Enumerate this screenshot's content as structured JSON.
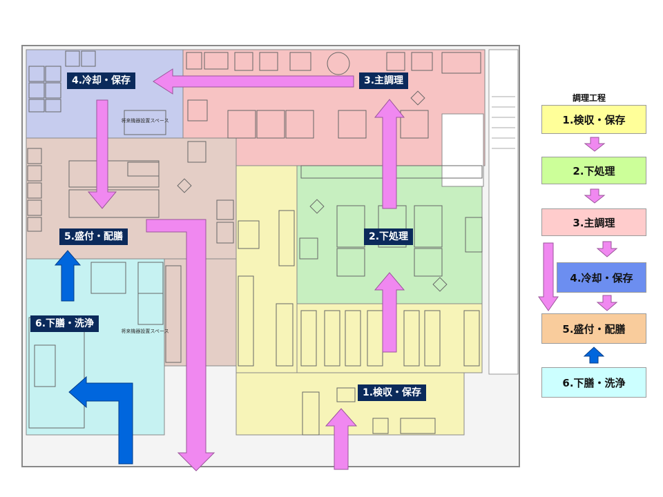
{
  "zones": {
    "receiving": "1.検収・保存",
    "prep": "2.下処理",
    "main_cooking": "3.主調理",
    "cooling": "4.冷却・保存",
    "plating": "5.盛付・配膳",
    "dish_washing": "6.下膳・洗浄"
  },
  "plan_notes": {
    "equipment_space_1": "将来機器設置スペース",
    "equipment_space_2": "将来機器設置スペース"
  },
  "legend": {
    "title": "調理工程",
    "steps": [
      {
        "label": "1.検収・保存",
        "color": "#ffff99"
      },
      {
        "label": "2.下処理",
        "color": "#ccff99"
      },
      {
        "label": "3.主調理",
        "color": "#ffcccc"
      },
      {
        "label": "4.冷却・保存",
        "color": "#6c8ef0"
      },
      {
        "label": "5.盛付・配膳",
        "color": "#f9cc9c"
      },
      {
        "label": "6.下膳・洗浄",
        "color": "#ccffff"
      }
    ]
  },
  "colors": {
    "flow_arrow": "#f088f0",
    "return_arrow": "#0066dd",
    "label_bg": "#0b2a5b"
  }
}
